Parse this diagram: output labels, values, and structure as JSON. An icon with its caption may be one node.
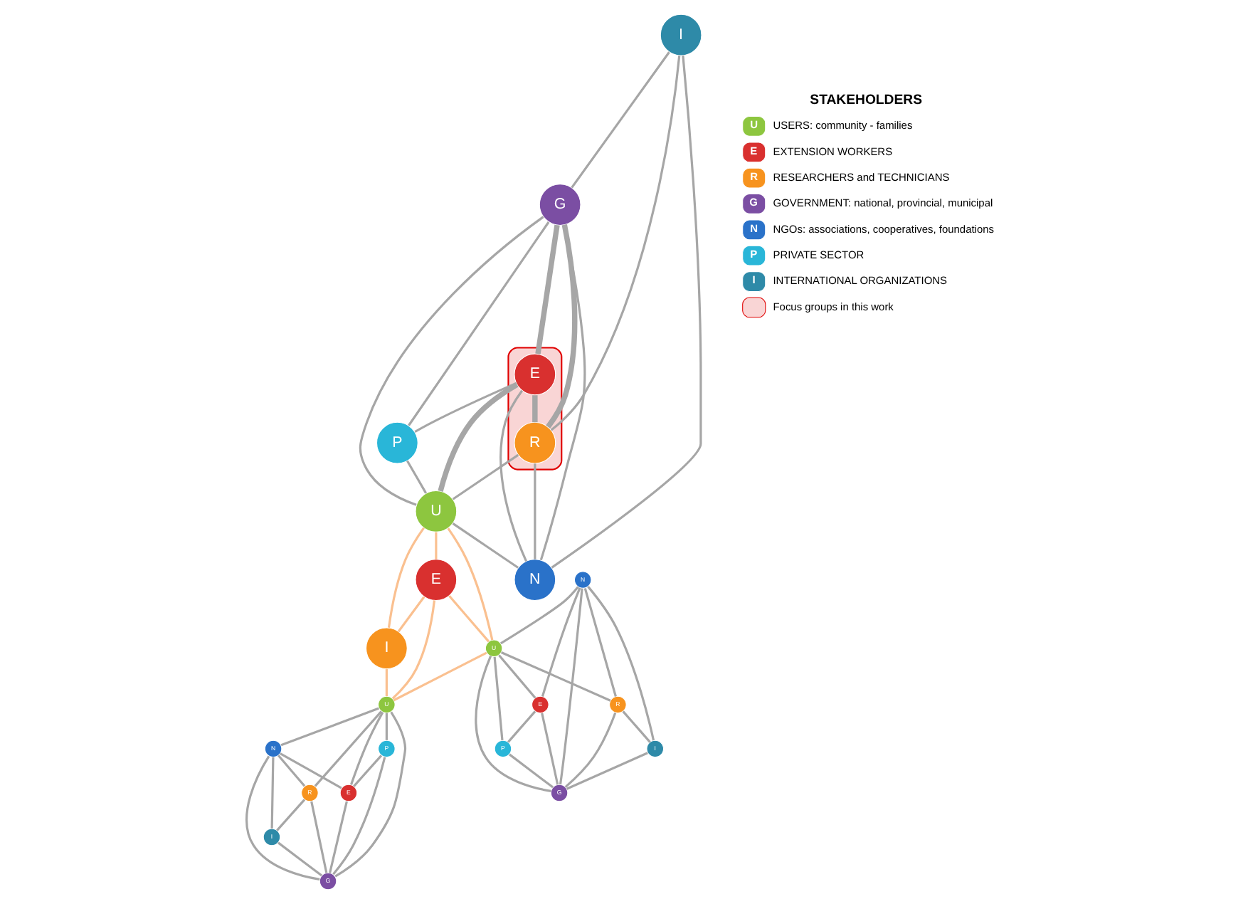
{
  "diagram": {
    "nodes": [
      {
        "text": [
          "I"
        ]
      },
      {
        "text": [],
        "shape": "ellipse"
      },
      {
        "text": [
          "R"
        ],
        "in": 1
      },
      {
        "text": [
          "E"
        ],
        "in": 1
      },
      {
        "text": [
          "G"
        ]
      },
      {
        "text": [
          "N"
        ]
      },
      {
        "text": [
          "P"
        ]
      },
      {
        "text": [
          "U"
        ]
      },
      {
        "text": [
          "E"
        ]
      },
      {
        "text": [
          "I"
        ]
      },
      {
        "text": [
          "N"
        ]
      },
      {
        "text": [
          "U"
        ]
      },
      {
        "text": [
          "R"
        ]
      },
      {
        "text": [
          "E"
        ]
      },
      {
        "text": [
          "P"
        ]
      },
      {
        "text": [
          "I"
        ]
      },
      {
        "text": [
          "G"
        ]
      },
      {
        "text": [
          "U"
        ]
      },
      {
        "text": [
          "P"
        ]
      },
      {
        "text": [
          "N"
        ]
      },
      {
        "text": [
          "E"
        ]
      },
      {
        "text": [
          "G"
        ]
      },
      {
        "text": [
          "R"
        ]
      },
      {
        "text": [
          "I"
        ]
      }
    ],
    "edges": [
      {
        "from": 0,
        "to": 4,
        "arrow": "none"
      },
      {
        "from": 0,
        "to": 2,
        "arrow": "none"
      },
      {
        "from": 0,
        "to": 5,
        "arrow": "none"
      },
      {
        "from": 4,
        "to": 5,
        "arrow": "none"
      },
      {
        "from": 4,
        "to": 2,
        "arrow": "none",
        "style": "thick"
      },
      {
        "from": 4,
        "to": 3,
        "arrow": "none",
        "style": "thick"
      },
      {
        "from": 4,
        "to": 7,
        "arrow": "none"
      },
      {
        "from": 4,
        "to": 6,
        "arrow": "none"
      },
      {
        "from": 3,
        "to": 2,
        "arrow": "none",
        "style": "thick"
      },
      {
        "from": 3,
        "to": 5,
        "arrow": "none"
      },
      {
        "from": 3,
        "to": 7,
        "arrow": "none",
        "style": "thick"
      },
      {
        "from": 3,
        "to": 6,
        "arrow": "none"
      },
      {
        "from": 2,
        "to": 5,
        "arrow": "none"
      },
      {
        "from": 2,
        "to": 7,
        "arrow": "none"
      },
      {
        "from": 6,
        "to": 7,
        "arrow": "none"
      },
      {
        "from": 7,
        "to": 5,
        "arrow": "none"
      },
      {
        "from": 7,
        "to": 8,
        "arrow": "none",
        "color": "#fac090"
      },
      {
        "from": 7,
        "to": 9,
        "arrow": "none",
        "color": "#fac090"
      },
      {
        "from": 7,
        "to": 11,
        "arrow": "none",
        "color": "#fac090"
      },
      {
        "from": 8,
        "to": 9,
        "arrow": "none",
        "color": "#fac090"
      },
      {
        "from": 8,
        "to": 11,
        "arrow": "none",
        "color": "#fac090"
      },
      {
        "from": 8,
        "to": 17,
        "arrow": "none",
        "color": "#fac090"
      },
      {
        "from": 9,
        "to": 17,
        "arrow": "none",
        "color": "#fac090"
      },
      {
        "from": 11,
        "to": 17,
        "arrow": "none",
        "color": "#fac090"
      },
      {
        "from": 10,
        "to": 11,
        "arrow": "none"
      },
      {
        "from": 10,
        "to": 12,
        "arrow": "none"
      },
      {
        "from": 10,
        "to": 13,
        "arrow": "none"
      },
      {
        "from": 10,
        "to": 15,
        "arrow": "none"
      },
      {
        "from": 10,
        "to": 16,
        "arrow": "none"
      },
      {
        "from": 11,
        "to": 12,
        "arrow": "none"
      },
      {
        "from": 11,
        "to": 13,
        "arrow": "none"
      },
      {
        "from": 11,
        "to": 14,
        "arrow": "none"
      },
      {
        "from": 11,
        "to": 16,
        "arrow": "none"
      },
      {
        "from": 12,
        "to": 15,
        "arrow": "none"
      },
      {
        "from": 12,
        "to": 16,
        "arrow": "none"
      },
      {
        "from": 13,
        "to": 16,
        "arrow": "none"
      },
      {
        "from": 13,
        "to": 14,
        "arrow": "none"
      },
      {
        "from": 15,
        "to": 16,
        "arrow": "none"
      },
      {
        "from": 14,
        "to": 16,
        "arrow": "none"
      },
      {
        "from": 17,
        "to": 19,
        "arrow": "none"
      },
      {
        "from": 17,
        "to": 18,
        "arrow": "none"
      },
      {
        "from": 17,
        "to": 20,
        "arrow": "none"
      },
      {
        "from": 17,
        "to": 22,
        "arrow": "none"
      },
      {
        "from": 17,
        "to": 21,
        "arrow": "none"
      },
      {
        "from": 19,
        "to": 20,
        "arrow": "none"
      },
      {
        "from": 19,
        "to": 22,
        "arrow": "none"
      },
      {
        "from": 19,
        "to": 23,
        "arrow": "none"
      },
      {
        "from": 19,
        "to": 21,
        "arrow": "none"
      },
      {
        "from": 18,
        "to": 21,
        "arrow": "none"
      },
      {
        "from": 18,
        "to": 20,
        "arrow": "none"
      },
      {
        "from": 22,
        "to": 21,
        "arrow": "none"
      },
      {
        "from": 22,
        "to": 23,
        "arrow": "none"
      },
      {
        "from": 23,
        "to": 21,
        "arrow": "none"
      },
      {
        "from": 20,
        "to": 21,
        "arrow": "none"
      }
    ],
    "labels": [
      "STAKEHOLDERS",
      "U",
      "E",
      "R",
      "G",
      "N",
      "P",
      "I"
    ],
    "legend": [
      {
        "text": "USERS: community - families",
        "color": "#8dc63f"
      },
      {
        "text": "EXTENSION WORKERS",
        "color": "#d9302f"
      },
      {
        "text": "RESEARCHERS and TECHNICIANS",
        "color": "#f7931e"
      },
      {
        "text": "GOVERNMENT: national, provincial, municipal",
        "color": "#7b4ea3"
      },
      {
        "text": "NGOs: associations, cooperatives, foundations",
        "color": "#2a72c9"
      },
      {
        "text": "PRIVATE SECTOR",
        "color": "#29b6d8"
      },
      {
        "text": "INTERNATIONAL ORGANIZATIONS",
        "color": "#2e8aa8"
      },
      {
        "text": "Focus groups in this work",
        "color": "#f9d5d5"
      }
    ]
  }
}
